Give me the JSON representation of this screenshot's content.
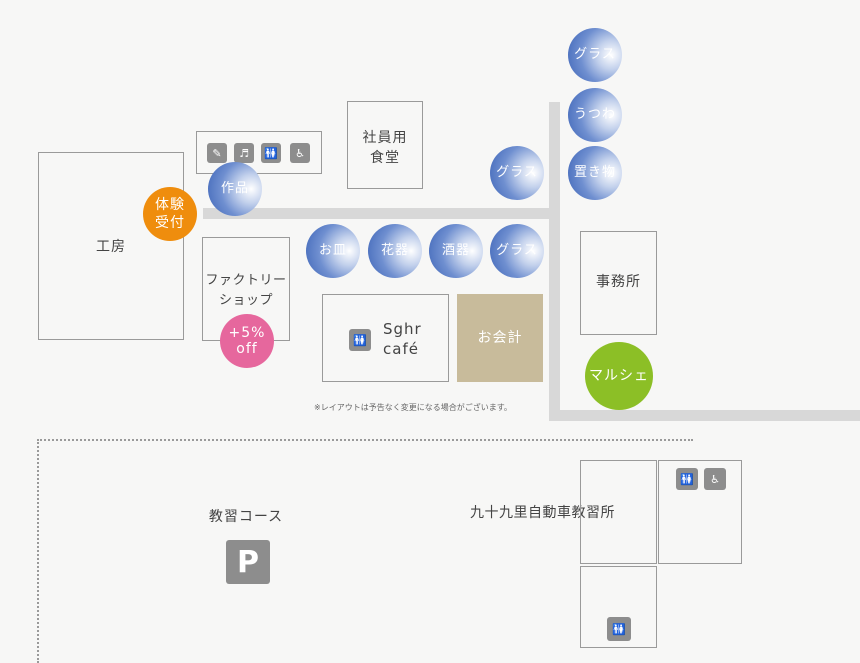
{
  "buildings": {
    "koubou": "工房",
    "shain_shokudo_1": "社員用",
    "shain_shokudo_2": "食堂",
    "factory_shop_1": "ファクトリー",
    "factory_shop_2": "ショップ",
    "sghr_cafe_1": "Sghr",
    "sghr_cafe_2": "café",
    "okaikei": "お会計",
    "jimusho": "事務所",
    "kyoshu_course": "教習コース",
    "jidosha_kyoshujo": "九十九里自動車教習所"
  },
  "circles": {
    "taiken_1": "体験",
    "taiken_2": "受付",
    "sakuhin": "作品",
    "discount_1": "+5%",
    "discount_2": "off",
    "osara": "お皿",
    "kaki": "花器",
    "shuki": "酒器",
    "glass_row": "グラス",
    "glass_mid": "グラス",
    "glass_top": "グラス",
    "utsuwa": "うつわ",
    "okimono": "置き物",
    "marche": "マルシェ"
  },
  "parking": "P",
  "note": "※レイアウトは予告なく変更になる場合がございます。",
  "icons": [
    "baby-care-icon",
    "nursing-room-icon",
    "restroom-icon",
    "wheelchair-icon",
    "restroom-icon",
    "restroom-icon",
    "accessible-restroom-icon",
    "restroom-icon"
  ],
  "colors": {
    "taiken": "#ef8d0d",
    "discount": "#e6679d",
    "marche": "#8cbf26",
    "okaikei": "#c8bb9b",
    "blue": "#3d64b7"
  }
}
